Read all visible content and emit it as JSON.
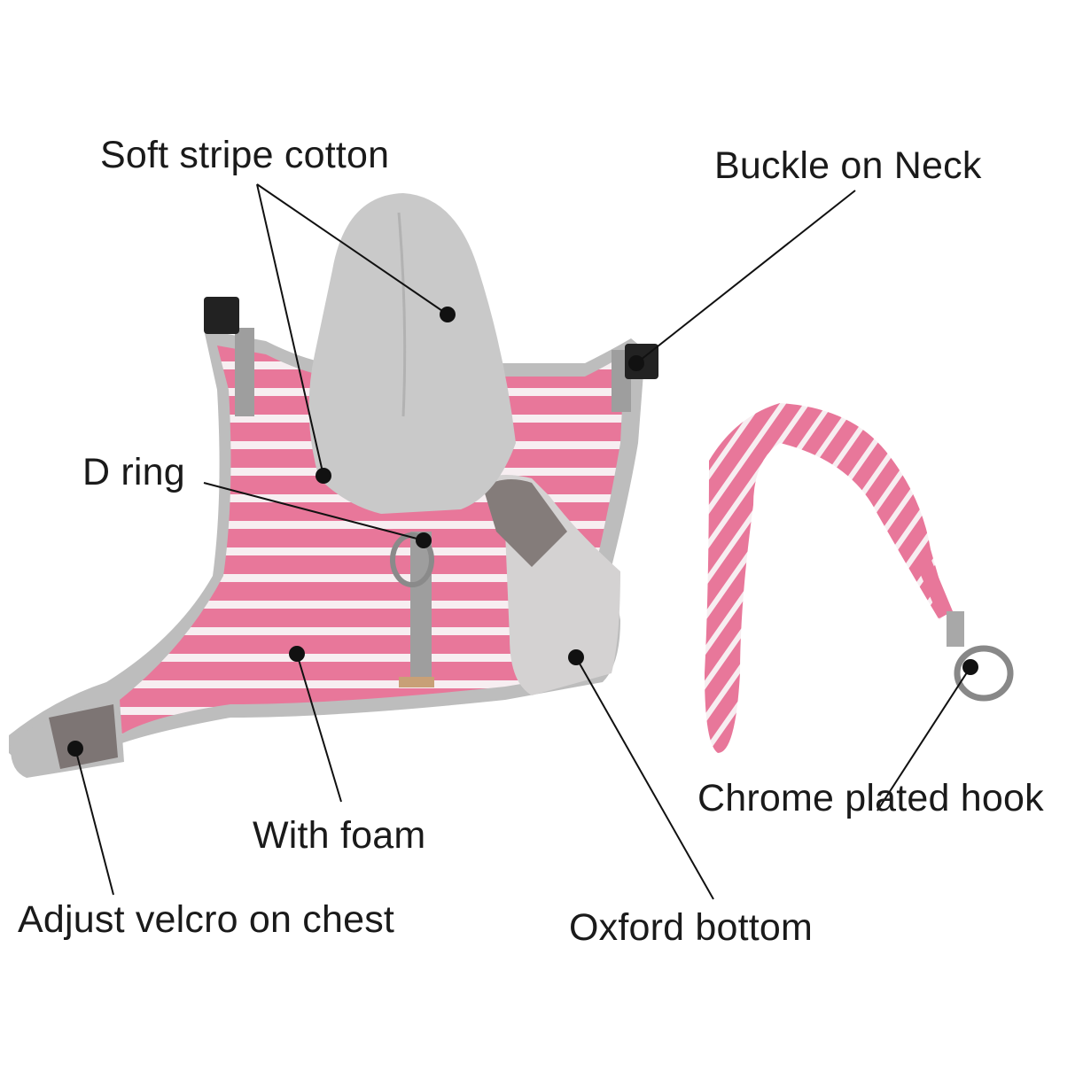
{
  "labels": {
    "soft_stripe_cotton": "Soft stripe cotton",
    "buckle_on_neck": "Buckle on Neck",
    "d_ring": "D ring",
    "chrome_plated_hook": "Chrome plated hook",
    "with_foam": "With foam",
    "adjust_velcro": "Adjust velcro on chest",
    "oxford_bottom": "Oxford bottom"
  },
  "colors": {
    "stripe_pink": "#e8779a",
    "stripe_white": "#f7eef1",
    "hood_gray": "#c9c9c9",
    "trim_gray": "#bdbdbd",
    "velcro_gray": "#7d7574",
    "leader_line": "#111111"
  }
}
